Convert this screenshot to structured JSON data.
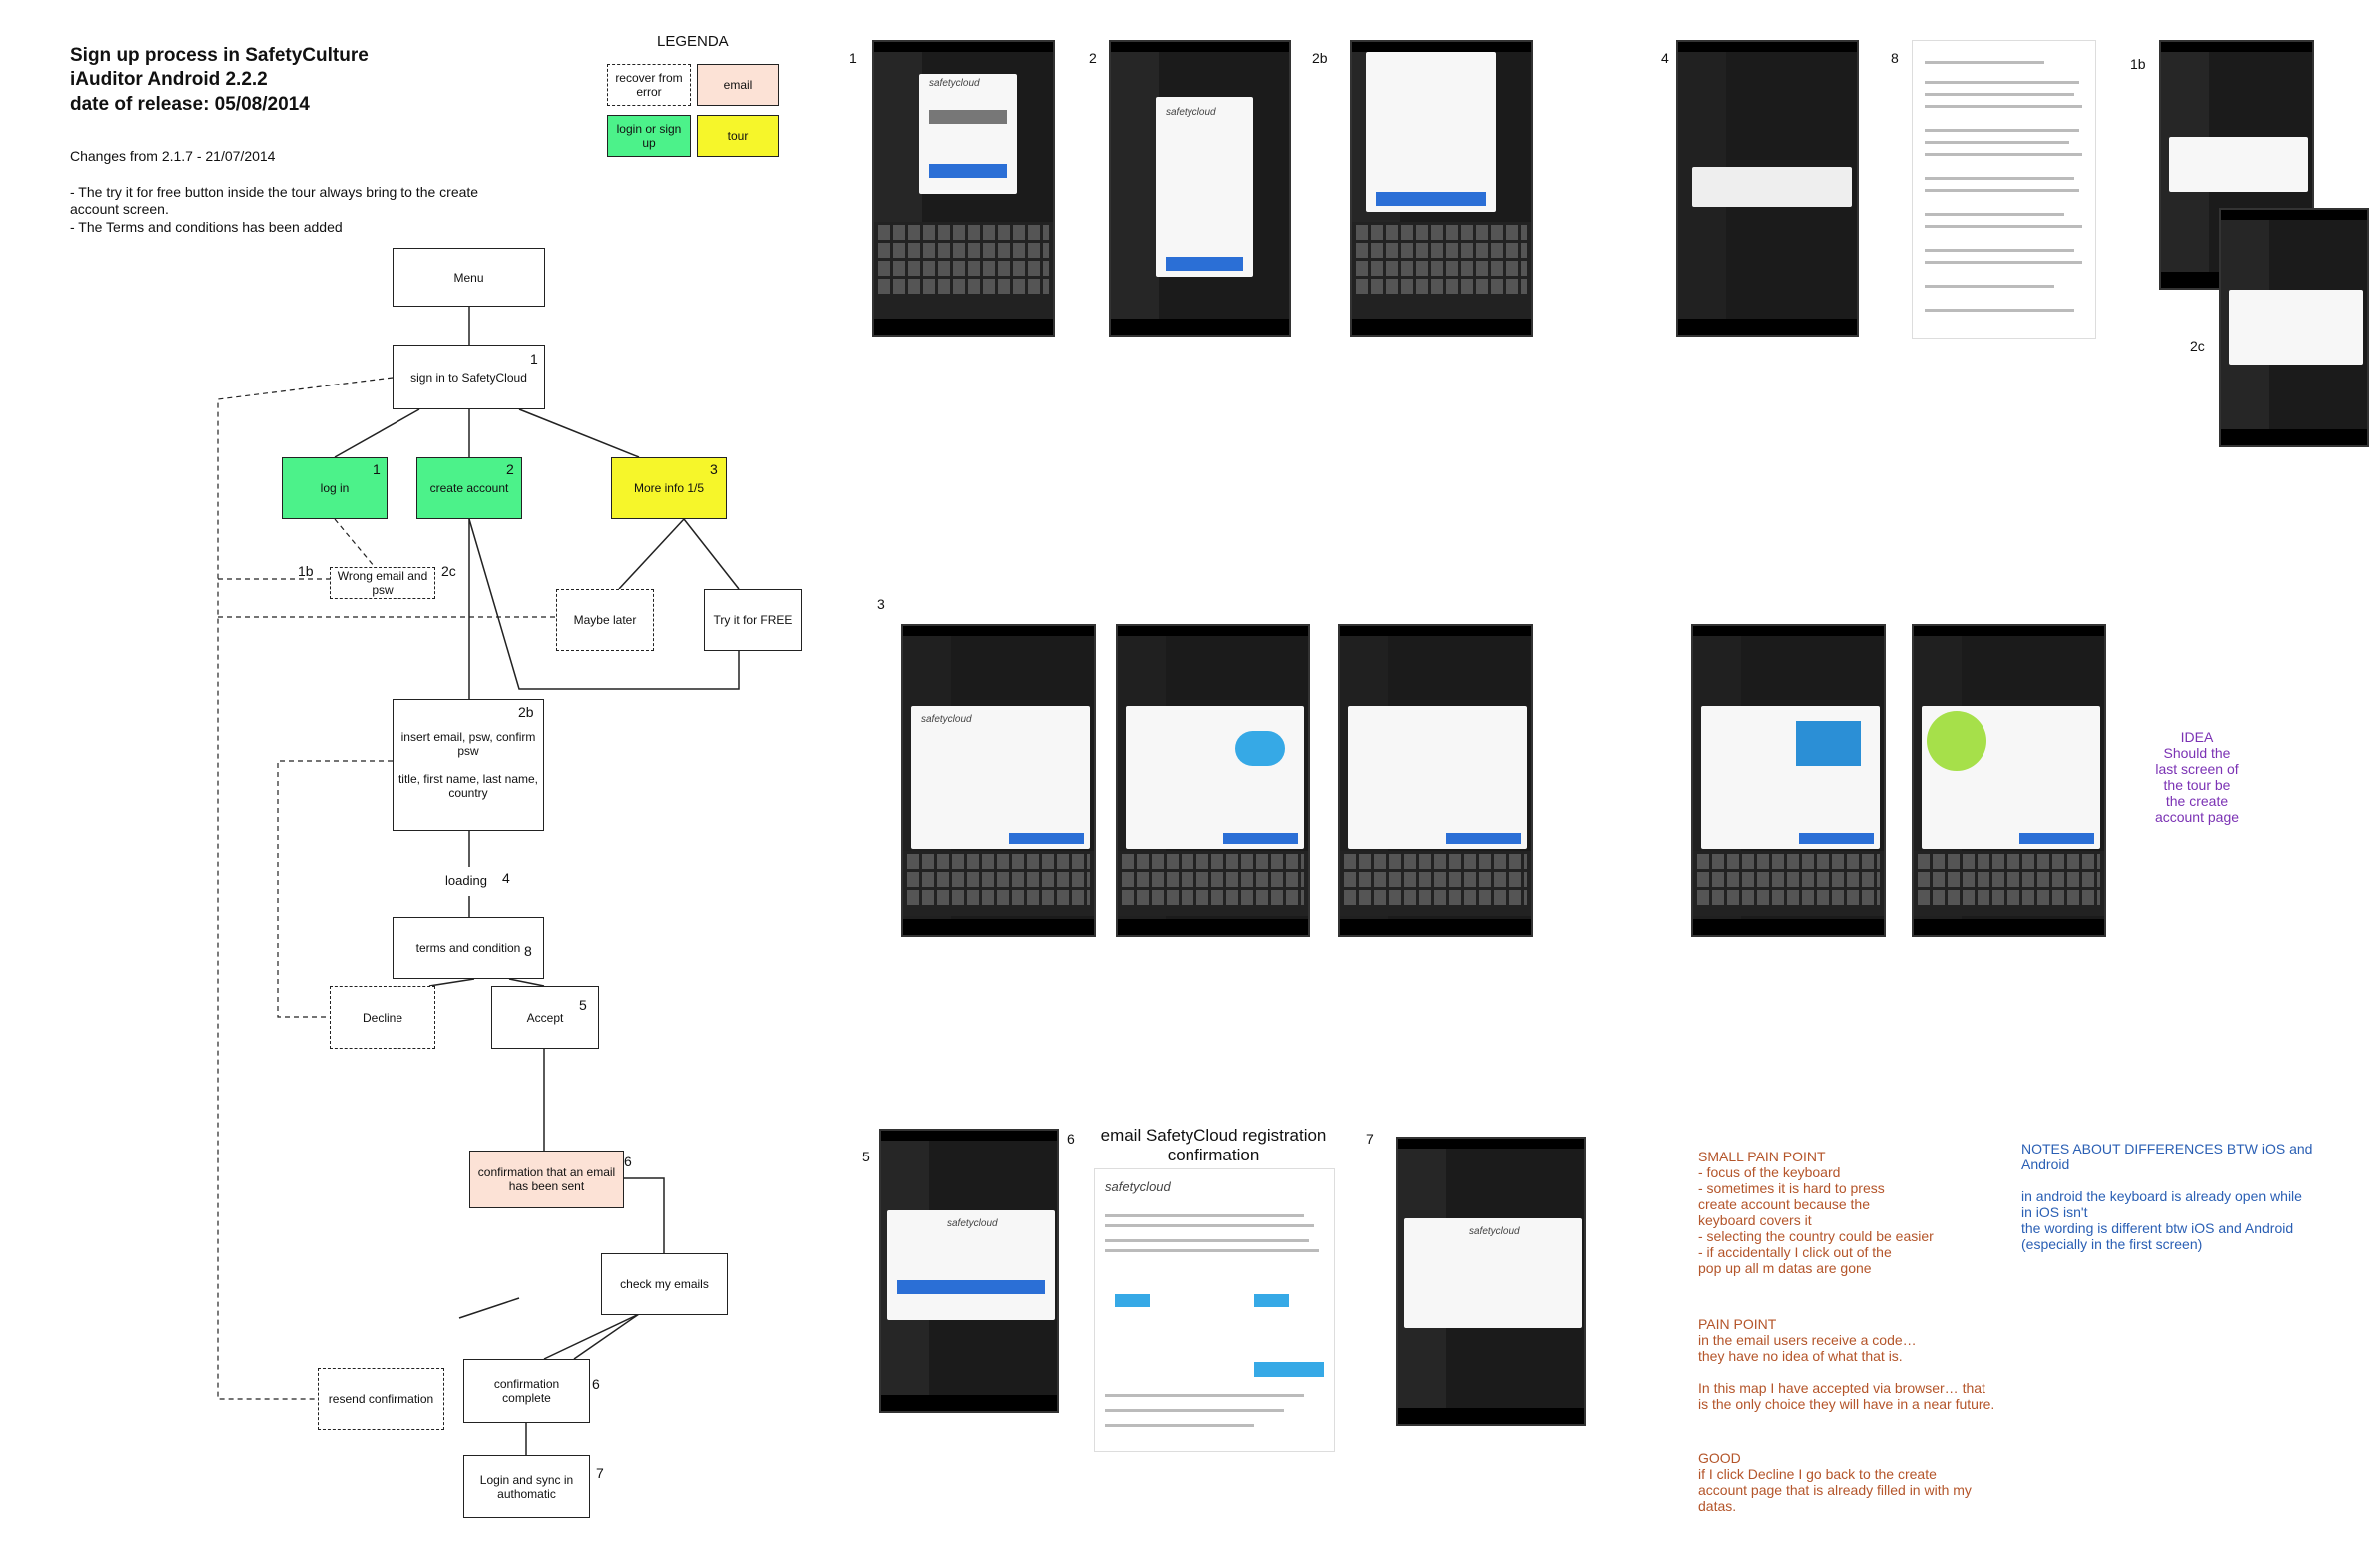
{
  "header": {
    "line1": "Sign up process in SafetyCulture",
    "line2": "iAuditor Android 2.2.2",
    "line3": "date of release:  05/08/2014",
    "changes_title": "Changes from 2.1.7 - 21/07/2014",
    "change1": "- The try it for free button inside the tour always bring to the create account screen.",
    "change2": "- The Terms and conditions has been added"
  },
  "legend": {
    "title": "LEGENDA",
    "recover": "recover from error",
    "email": "email",
    "login": "login or sign up",
    "tour": "tour"
  },
  "flow": {
    "menu": "Menu",
    "signin": "sign in to SafetyCloud",
    "login": "log in",
    "create": "create account",
    "moreinfo": "More info 1/5",
    "wrong": "Wrong  email and psw",
    "maybe": "Maybe later",
    "try": "Try it for FREE",
    "insert": "insert email,  psw, confirm psw\n\ntitle, first name, last name, country",
    "loading": "loading",
    "terms": "terms and condition",
    "decline": "Decline",
    "accept": "Accept",
    "confirm_sent": "confirmation that an email has been sent",
    "check": "check my emails",
    "resend": "resend confirmation",
    "complete": "confirmation complete",
    "sync": "Login and sync in authomatic"
  },
  "numbers": {
    "n1": "1",
    "n2": "2",
    "n3": "3",
    "n1b": "1b",
    "n2c": "2c",
    "n2b": "2b",
    "n4": "4",
    "n8": "8",
    "n5": "5",
    "n6": "6",
    "n7": "7"
  },
  "screens": {
    "s1": "1",
    "s2": "2",
    "s2b": "2b",
    "s4": "4",
    "s8": "8",
    "s1b": "1b",
    "s2c": "2c",
    "s3": "3",
    "s5": "5",
    "s6": "6",
    "s7": "7",
    "email_title": "email SafetyCloud registration confirmation",
    "logo": "safetycloud"
  },
  "notes": {
    "idea": "IDEA\nShould the\nlast screen of\nthe tour be\nthe create\naccount page",
    "small_pain": "SMALL PAIN POINT\n- focus of the keyboard\n- sometimes it is hard to press\ncreate account because the\nkeyboard covers it\n- selecting the country could be easier\n- if accidentally I click out of the\npop up all m datas are gone",
    "pain": "PAIN POINT\nin the email users receive a code…\nthey have no idea of what that is.\n\nIn this map I have accepted via browser… that\nis the only choice they will have in a near future.",
    "good": "GOOD\nif I click Decline I go back to the create\naccount page that is already filled in with my\ndatas.",
    "diff": "NOTES ABOUT DIFFERENCES BTW iOS and\nAndroid\n\nin android the keyboard is already open while\nin iOS isn't\nthe wording is different btw iOS and Android\n(especially in the first screen)"
  }
}
